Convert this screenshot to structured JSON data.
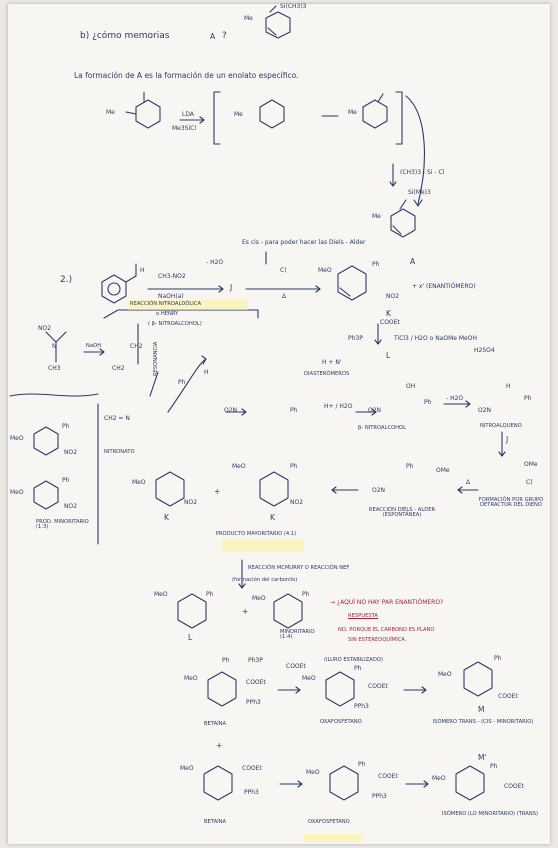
{
  "part_b": {
    "question": "b) ¿cómo memorias",
    "circled_a": "A",
    "question_end": "?",
    "silyl_top": "Si(CH3)3",
    "me_top": "Me",
    "statement": "La formación de A es la formación de un enolato específico.",
    "me1": "Me",
    "lda": "LDA",
    "me3sicl": "Me3SiCl",
    "me2": "Me",
    "me3": "Me",
    "silyl_reagent": "(CH3)3 - Si - Cl",
    "silyl_product": "Si(Me)3",
    "me4": "Me"
  },
  "part_2": {
    "number": "2.)",
    "h_label": "H",
    "reagent": "CH3-NO2",
    "base": "NaOH(a)",
    "reaction_name": "REACCIÓN NITROALDÓLICA",
    "henry": "o HENRY",
    "beta_note": "( β- NITROALCOHOL)",
    "minus_h2o": "- H2O",
    "circled_j": "J",
    "diels_note": "Es cis - para poder hacer las Diels - Alder",
    "step_c": "C)",
    "delta": "Δ",
    "meo1": "MeO",
    "ph1": "Ph",
    "no2_1": "NO2",
    "circled_a2": "A",
    "enantiomer": "+ x' (ENANTIÓMERO)",
    "circled_k": "K",
    "cooet": "COOEt",
    "ph3p": "Ph3P",
    "ticl": "TiCl3 / H2O o NaOMe MeOH",
    "h2so4": "H2SO4",
    "circled_l": "L",
    "hn": "H + N'",
    "diastereomers": "DIASTERÓMEROS",
    "no2_left": "NO2",
    "nitro_n": "N",
    "nitro_ch3": "CH3",
    "naoh2": "NaOH",
    "ch2_1": "CH2",
    "ch2_2": "CH2",
    "nitronate": "NITRONATO",
    "resonance": "RESONANCIA",
    "ch2no": "CH2 = N",
    "ph2": "Ph",
    "h2": "H",
    "o2n_1": "O2N",
    "ph_1": "Ph",
    "hplus": "H+ / H2O",
    "o2n_2": "O2N",
    "oh_1": "OH",
    "ph_2": "Ph",
    "minus_h2o2": "- H2O",
    "o2n_3": "O2N",
    "ph_3": "Ph",
    "h3": "H",
    "b_nitro": "β- NITROALCOHOL",
    "nitroalkene": "NITROALQUENO",
    "circled_j2": "J",
    "meo_l1": "MeO",
    "ph_l1": "Ph",
    "no2_l1": "NO2",
    "meo_l2": "MeO",
    "ph_l2": "Ph",
    "no2_l2": "NO2",
    "prod_label": "PROD. MINORITARIO (1:3)",
    "meo_k1": "MeO",
    "no2_k1": "NO2",
    "circled_k1": "K",
    "plus1": "+",
    "meo_k2": "MeO",
    "ph_k2": "Ph",
    "no2_k2": "NO2",
    "circled_k2": "K",
    "mayor": "PRODUCTO MAYORITARIO (4:1)",
    "ph_da": "Ph",
    "ome_da": "OMe",
    "o2n_da": "O2N",
    "da_label": "REACCIÓN DIELS - ALDER (ESPONTÁNEA)",
    "delta2": "Δ",
    "c_label": "C)",
    "ome2": "OMe",
    "dieno": "FORMACIÓN POR GRUPO DETRACTOR DEL DIENO",
    "nef": "REACCIÓN MCMURRY O REACCIÓN NEF",
    "nef_sub": "(formación del carbonilo)",
    "meo_l3": "MeO",
    "ph_l3": "Ph",
    "plus2": "+",
    "meo_l4": "MeO",
    "ph_l4": "Ph",
    "circled_l3": "L",
    "minor2": "MINORITARIO (1:4)",
    "q_red1": "→ ¿AQUÍ NO HAY PAR ENANTIÓMERO?",
    "q_red2": "RESPUESTA",
    "q_red3": "NO, PORQUE EL CARBONO ES PLANO",
    "q_red4": "SIN ESTEREOQUÍMICA.",
    "meo_b1": "MeO",
    "ph_b1": "Ph",
    "ph3p2": "Ph3P",
    "cooet2": "COOEt",
    "ylide": "(ILURO ESTABILIZADO)",
    "cooet3": "COOEt",
    "pph3": "PPh3",
    "betaina": "BETAÍNA",
    "meo_o1": "MeO",
    "ph_o1": "Ph",
    "cooet4": "COOEt",
    "pph3b": "PPh3",
    "oxafosfetano": "OXAFOSFETANO",
    "meo_m": "MeO",
    "ph_m": "Ph",
    "cooet_m": "COOEt",
    "circled_m": "M",
    "isomer1": "ISÓMERO TRANS - (CIS - MINORITARIO)",
    "plus3": "+",
    "meo_b2": "MeO",
    "cooet5": "COOEt",
    "pph3c": "PPh3",
    "betaina2": "BETAÍNA",
    "meo_o2": "MeO",
    "ph_o2": "Ph",
    "cooet6": "COOEt",
    "pph3d": "PPh3",
    "oxafosfetano2": "OXAFOSFETANO",
    "circled_m2": "M'",
    "meo_m2": "MeO",
    "ph_m2": "Ph",
    "cooet_m2": "COOEt",
    "isomer2": "ISÓMERO (LO MINORITARIO) (TRANS)"
  },
  "colors": {
    "ink": "#2a3a6a",
    "red": "#a8243f",
    "paper": "#f7f6f3"
  }
}
